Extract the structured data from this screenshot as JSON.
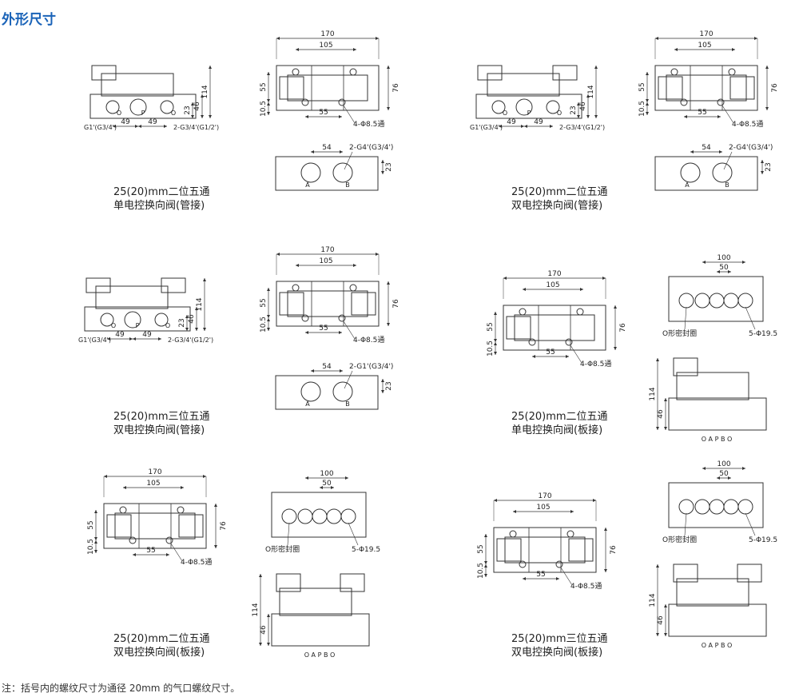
{
  "page_title": "外形尺寸",
  "footnote": "注：括号内的螺纹尺寸为通径 20mm 的气口螺纹尺寸。",
  "captions": {
    "c1": [
      "25(20)mm二位五通",
      "单电控换向阀(管接)"
    ],
    "c2": [
      "25(20)mm二位五通",
      "双电控换向阀(管接)"
    ],
    "c3": [
      "25(20)mm三位五通",
      "双电控换向阀(管接)"
    ],
    "c4": [
      "25(20)mm二位五通",
      "单电控换向阀(板接)"
    ],
    "c5": [
      "25(20)mm二位五通",
      "双电控换向阀(板接)"
    ],
    "c6": [
      "25(20)mm三位五通",
      "双电控换向阀(板接)"
    ]
  },
  "dims": {
    "w170": "170",
    "w105": "105",
    "w55": "55",
    "h55": "55",
    "h76": "76",
    "h10_5": "10.5",
    "h114": "114",
    "h46": "46",
    "h23": "23",
    "w49": "49",
    "w54": "54",
    "w100": "100",
    "w50": "50",
    "hole": "4-Φ8.5通",
    "port_g1": "G1'(G3/4')",
    "port_g34": "2-G3/4'(G1/2')",
    "port_g4": "2-G4'(G3/4')",
    "port_g1b": "2-G1'(G3/4')",
    "oring": "O形密封圈",
    "phi195": "5-Φ19.5",
    "opbo": "O A P B O",
    "o": "O",
    "p": "P",
    "a": "A",
    "b": "B"
  }
}
